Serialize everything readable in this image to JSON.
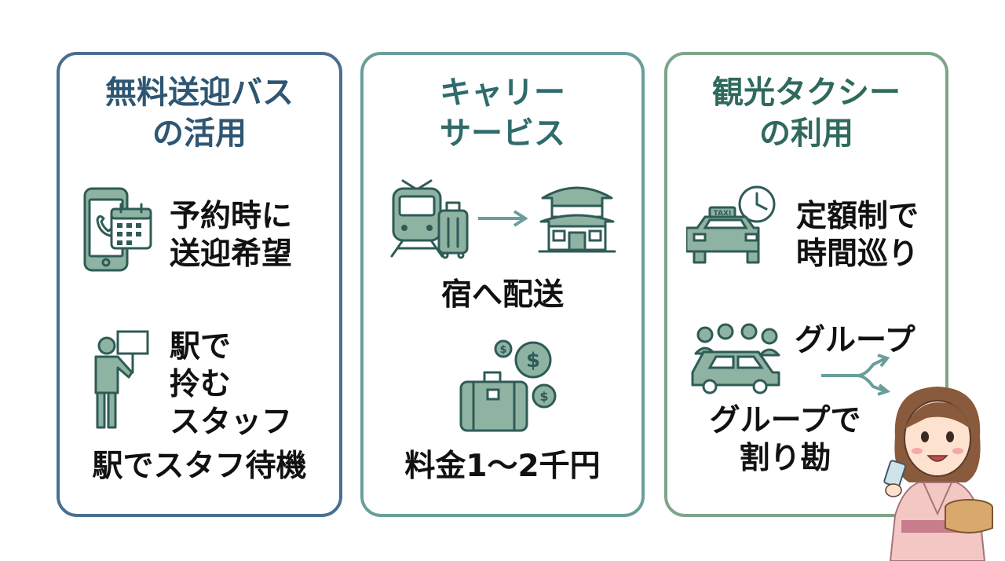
{
  "cards": [
    {
      "title_lines": [
        "無料送迎バス",
        "の活用"
      ],
      "items": [
        {
          "lines": [
            "予約時に",
            "送迎希望"
          ],
          "icon": "phone-calendar-icon"
        },
        {
          "lines": [
            "駅で",
            "拎む",
            "スタッフ"
          ],
          "icon": "staff-holding-sign-icon"
        }
      ],
      "footer": "駅でスタフ待機"
    },
    {
      "title_lines": [
        "キャリー",
        "サービス"
      ],
      "items": [
        {
          "caption": "宿へ配送",
          "icons": [
            "train-icon",
            "suitcase-icon",
            "arrow-right-icon",
            "inn-building-icon"
          ]
        },
        {
          "caption": "料金1〜2千円",
          "icons": [
            "coins-icon",
            "luggage-icon"
          ]
        }
      ]
    },
    {
      "title_lines": [
        "観光タクシー",
        "の利用"
      ],
      "items": [
        {
          "lines": [
            "定額制で",
            "時間巡り"
          ],
          "icons": [
            "taxi-icon",
            "clock-icon"
          ],
          "taxi_sign": "TAXI"
        },
        {
          "label": "グループ",
          "icons": [
            "group-car-icon",
            "merge-arrow-icon"
          ]
        },
        {
          "lines": [
            "グループで",
            "割り勘"
          ]
        }
      ]
    }
  ],
  "character": {
    "icon": "woman-in-yukata-icon"
  },
  "colors": {
    "card1": "#4a6f8e",
    "card2": "#6a9e9c",
    "card3": "#7ea589",
    "icon_fill": "#8fb3a3",
    "icon_stroke": "#2f5b56"
  }
}
